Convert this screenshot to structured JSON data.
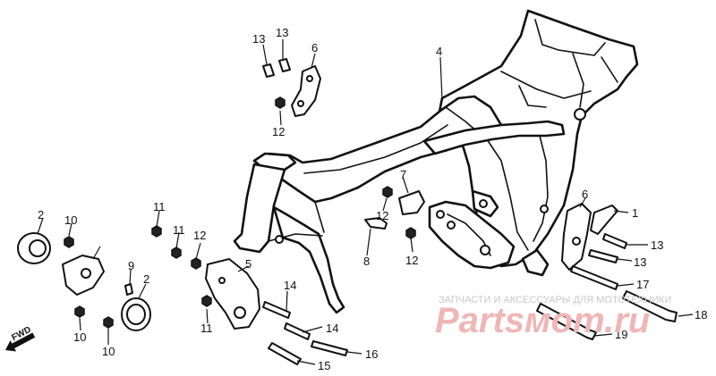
{
  "diagram": {
    "callouts": [
      "1",
      "2",
      "2",
      "4",
      "5",
      "6",
      "6",
      "7",
      "8",
      "9",
      "10",
      "10",
      "10",
      "11",
      "11",
      "11",
      "12",
      "12",
      "12",
      "12",
      "13",
      "13",
      "13",
      "13",
      "14",
      "14",
      "15",
      "16",
      "17",
      "18",
      "19"
    ],
    "fwd_label": "FWD",
    "watermark": {
      "line1": "ЗАПЧАСТИ И АКСЕССУАРЫ ДЛЯ МОТОТЕХНИКИ",
      "line2": "Partsмoт.ru"
    }
  },
  "icons": [
    "fwd-arrow-icon"
  ],
  "colors": {
    "ink": "#111111",
    "watermark_red": "#efb6b6",
    "watermark_grey": "#c8c8c8"
  }
}
